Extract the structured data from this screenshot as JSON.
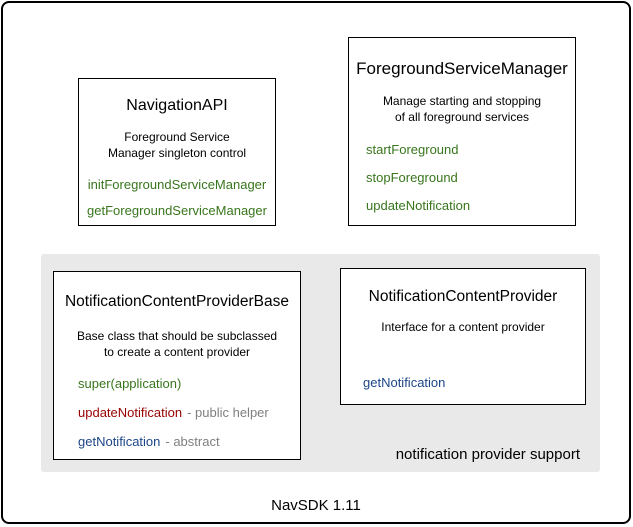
{
  "colors": {
    "method_green": "#38761d",
    "method_red": "#990000",
    "method_blue": "#1c4587",
    "note_gray": "#7f7f7f",
    "panel_gray": "#e9e9e9",
    "border": "#000000"
  },
  "footer": {
    "label": "NavSDK 1.11"
  },
  "panel": {
    "caption": "notification provider support"
  },
  "boxes": {
    "navigation_api": {
      "title": "NavigationAPI",
      "desc_lines": [
        "Foreground Service",
        "Manager singleton control"
      ],
      "methods": [
        {
          "label": "initForegroundServiceManager",
          "kind": "green"
        },
        {
          "label": "getForegroundServiceManager",
          "kind": "green"
        }
      ]
    },
    "foreground_service_manager": {
      "title": "ForegroundServiceManager",
      "desc_lines": [
        "Manage starting and stopping",
        "of all foreground services"
      ],
      "methods": [
        {
          "label": "startForeground",
          "kind": "green"
        },
        {
          "label": "stopForeground",
          "kind": "green"
        },
        {
          "label": "updateNotification",
          "kind": "green"
        }
      ]
    },
    "notification_content_provider_base": {
      "title": "NotificationContentProviderBase",
      "desc_lines": [
        "Base class that should be subclassed",
        "to create a content provider"
      ],
      "methods": [
        {
          "label": "super(application)",
          "kind": "green",
          "note": ""
        },
        {
          "label": "updateNotification",
          "kind": "red",
          "note": "- public helper"
        },
        {
          "label": "getNotification",
          "kind": "blue",
          "note": "- abstract"
        }
      ]
    },
    "notification_content_provider": {
      "title": "NotificationContentProvider",
      "desc_lines": [
        "Interface for a content provider"
      ],
      "methods": [
        {
          "label": "getNotification",
          "kind": "blue"
        }
      ]
    }
  }
}
